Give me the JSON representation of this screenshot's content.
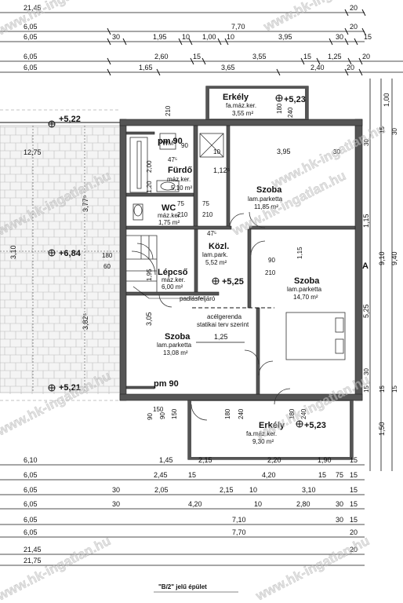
{
  "top_dims": {
    "row1": [
      "21,45",
      "20"
    ],
    "row2": [
      "6,05",
      "7,70",
      "20"
    ],
    "row3": [
      "6,05",
      "30",
      "1,95",
      "10",
      "1,00",
      "10",
      "3,95",
      "30",
      "15"
    ],
    "row4": [
      "6,05",
      "2,60",
      "15",
      "3,55",
      "15",
      "1,25",
      "20"
    ],
    "row5": [
      "6,05",
      "1,65",
      "3,65",
      "2,40",
      "20"
    ]
  },
  "bottom_dims": {
    "row1": [
      "6,10",
      "1,45",
      "2,15",
      "2,20",
      "1,90",
      "15"
    ],
    "row2": [
      "6,05",
      "2,45",
      "15",
      "4,20",
      "15",
      "75",
      "15"
    ],
    "row3": [
      "6,05",
      "30",
      "2,05",
      "2,15",
      "10",
      "3,10",
      "15"
    ],
    "row4": [
      "6,05",
      "30",
      "4,20",
      "10",
      "2,80",
      "30",
      "15"
    ],
    "row5": [
      "6,05",
      "7,10",
      "30",
      "15"
    ],
    "row6": [
      "6,05",
      "7,70",
      "20"
    ],
    "row7": [
      "21,45",
      "20"
    ],
    "row8": [
      "21,75"
    ]
  },
  "right_dims": [
    "1,00",
    "9,10",
    "9,40",
    "5,25",
    "1,15",
    "1,50",
    "15",
    "15",
    "30",
    "30",
    "15",
    "30",
    "15"
  ],
  "rooms": [
    {
      "name": "Erkély",
      "floor": "fa.máz.ker.",
      "area": "3,55 m²"
    },
    {
      "name": "Fürdő",
      "floor": "máz.ker.",
      "area": "5,10 m²"
    },
    {
      "name": "WC",
      "floor": "máz.ker.",
      "area": "1,75 m²"
    },
    {
      "name": "Szoba",
      "floor": "lam.parketta",
      "area": "11,85 m²"
    },
    {
      "name": "Közl.",
      "floor": "lam.park.",
      "area": "5,52 m²"
    },
    {
      "name": "Lépcső",
      "floor": "máz.ker.",
      "area": "6,00 m²"
    },
    {
      "name": "Szoba",
      "floor": "lam.parketta",
      "area": "14,70 m²"
    },
    {
      "name": "Szoba",
      "floor": "lam.parketta",
      "area": "13,08 m²"
    },
    {
      "name": "Erkély",
      "floor": "fa.máz.ker.",
      "area": "9,30 m²"
    }
  ],
  "levels": [
    "+5,23",
    "+5,22",
    "+6,84",
    "+5,21",
    "+5,25",
    "+5,23"
  ],
  "annotations": {
    "padlas": "padlásfeljáró",
    "gerenda1": "acélgerenda",
    "gerenda2": "statikai terv szerint",
    "dim_125": "1,25",
    "section": "A",
    "pm90_top": "pm 90",
    "pm90_bot": "pm 90",
    "wm_label": "WM",
    "step": "47⁵",
    "step2": "47⁵",
    "dim_1125": "1,12⁵",
    "dim_175": "12,75",
    "dim_377": "3,77⁵",
    "dim_382": "3,82⁵",
    "dim_310": "3,10",
    "dim_305": "3,05",
    "building": "\"B/2\" jelű épület"
  },
  "door_labels": [
    "90",
    "210",
    "75",
    "210",
    "75",
    "210",
    "90",
    "210",
    "180",
    "60",
    "90",
    "150",
    "90",
    "150",
    "180",
    "240",
    "180",
    "240",
    "180",
    "240",
    "10",
    "10",
    "30",
    "3,95",
    "2,00",
    "1,20",
    "1,95",
    "1,15"
  ],
  "watermark": "www.hk-ingatlan.hu"
}
